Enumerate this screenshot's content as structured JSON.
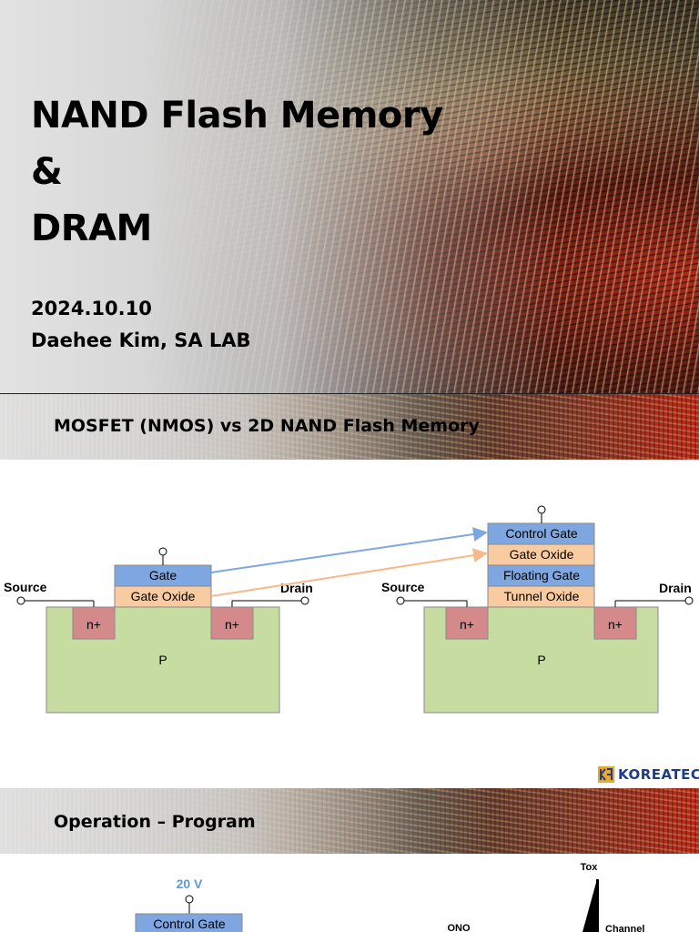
{
  "slide1": {
    "title_lines": [
      "NAND Flash Memory",
      "&",
      "DRAM"
    ],
    "date": "2024.10.10",
    "author": "Daehee Kim, SA LAB"
  },
  "slide2": {
    "title": "MOSFET (NMOS) vs 2D NAND Flash Memory",
    "mosfet": {
      "gate": "Gate",
      "gate_oxide": "Gate Oxide",
      "source": "Source",
      "drain": "Drain",
      "n_plus": "n+",
      "substrate": "P"
    },
    "nand": {
      "control_gate": "Control Gate",
      "gate_oxide": "Gate Oxide",
      "floating_gate": "Floating Gate",
      "tunnel_oxide": "Tunnel Oxide",
      "source": "Source",
      "drain": "Drain",
      "n_plus": "n+",
      "substrate": "P"
    },
    "logo": "KOREATECH",
    "colors": {
      "gate": "#7ea6e0",
      "oxide": "#f8cba0",
      "n_plus": "#d48a8a",
      "substrate": "#c6dca0",
      "arrow_blue": "#7ea6e0",
      "arrow_orange": "#f5b98a"
    }
  },
  "slide3": {
    "title": "Operation – Program",
    "voltage": "20 V",
    "control_gate": "Control Gate",
    "tox": "Tox",
    "ono": "ONO",
    "channel": "Channel"
  }
}
